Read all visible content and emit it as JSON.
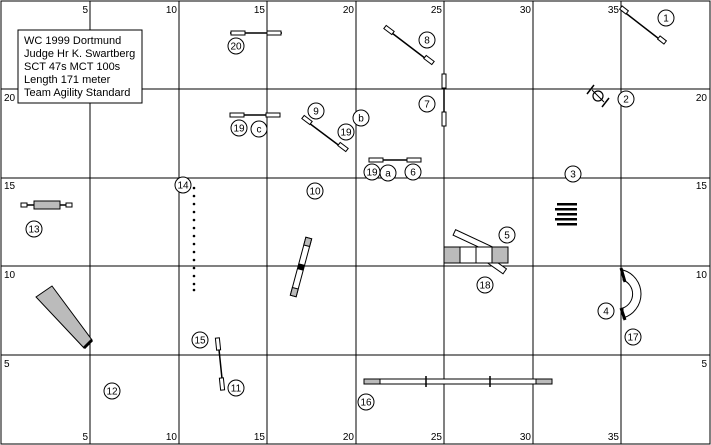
{
  "info": {
    "lines": [
      "WC 1999 Dortmund",
      "Judge Hr K. Swartberg",
      "SCT 47s MCT 100s",
      "Length 171 meter",
      "Team Agility Standard"
    ]
  },
  "grid": {
    "top_labels": [
      "5",
      "10",
      "15",
      "20",
      "25",
      "30",
      "35"
    ],
    "bottom_labels": [
      "5",
      "10",
      "15",
      "20",
      "25",
      "30",
      "35"
    ],
    "left_labels": [
      "20",
      "15",
      "10",
      "5"
    ],
    "right_labels": [
      "20",
      "15",
      "10",
      "5"
    ]
  },
  "obstacles": {
    "o1": "1",
    "o2": "2",
    "o3": "3",
    "o4": "4",
    "o5": "5",
    "o6": "6",
    "o7": "7",
    "o8": "8",
    "o9": "9",
    "o10": "10",
    "o11": "11",
    "o12": "12",
    "o13": "13",
    "o14": "14",
    "o15": "15",
    "o16": "16",
    "o17": "17",
    "o18": "18",
    "o19a": "19",
    "o19b": "19",
    "o19c": "19",
    "o20": "20",
    "oa": "a",
    "ob": "b",
    "oc": "c"
  }
}
